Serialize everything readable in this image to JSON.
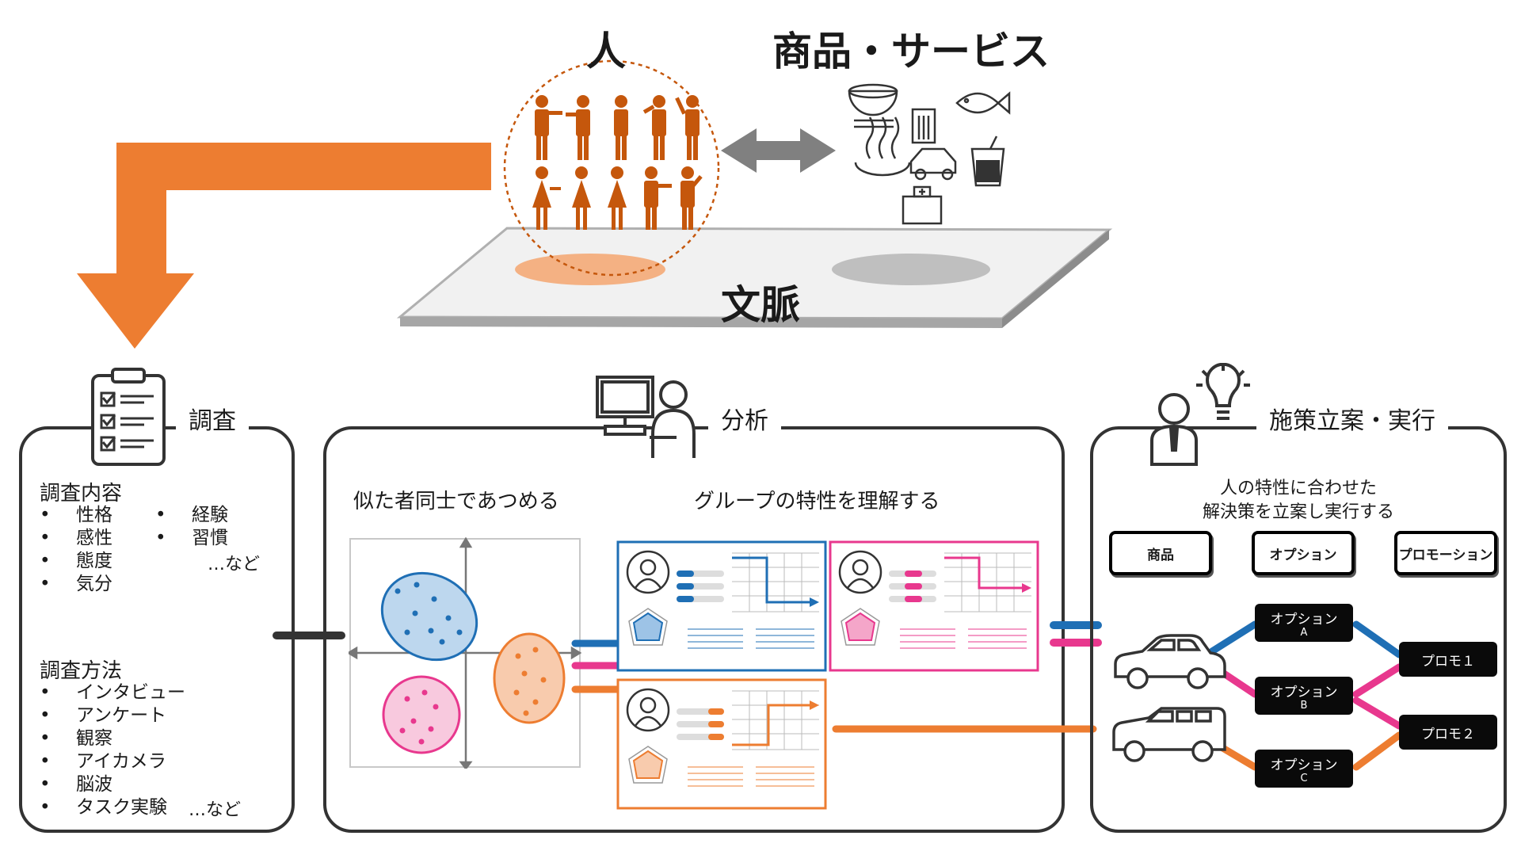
{
  "top": {
    "people_label": "人",
    "products_label": "商品・サービス",
    "context_label": "文脈"
  },
  "survey": {
    "title": "調査",
    "contents_title": "調査内容",
    "contents_col1": [
      "性格",
      "感性",
      "態度",
      "気分"
    ],
    "contents_col2": [
      "経験",
      "習慣"
    ],
    "contents_etc": "…など",
    "methods_title": "調査方法",
    "methods": [
      "インタビュー",
      "アンケート",
      "観察",
      "アイカメラ",
      "脳波",
      "タスク実験"
    ],
    "methods_etc": "…など"
  },
  "analysis": {
    "title": "分析",
    "left_subtitle": "似た者同士であつめる",
    "right_subtitle": "グループの特性を理解する"
  },
  "plan": {
    "title": "施策立案・実行",
    "desc_line1": "人の特性に合わせた",
    "desc_line2": "解決策を立案し実行する",
    "categories": [
      "商品",
      "オプション",
      "プロモーション"
    ],
    "options": [
      {
        "label": "オプション",
        "letter": "A"
      },
      {
        "label": "オプション",
        "letter": "B"
      },
      {
        "label": "オプション",
        "letter": "C"
      }
    ],
    "promos": [
      "プロモ１",
      "プロモ２"
    ]
  },
  "colors": {
    "orange": "#ED7D31",
    "blue": "#1F6FB5",
    "pink": "#E8388E",
    "person": "#C5570C",
    "gray": "#808080"
  }
}
